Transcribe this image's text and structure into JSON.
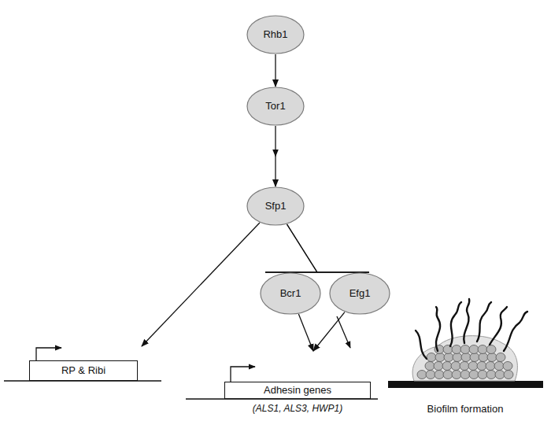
{
  "diagram": {
    "nodes": [
      {
        "text": [
          "Rhb1"
        ]
      },
      {
        "text": [
          "Tor1"
        ]
      },
      {
        "text": [
          "Sfp1"
        ]
      },
      {
        "text": [
          "Bcr1"
        ]
      },
      {
        "text": [
          "Efg1"
        ]
      },
      {
        "text": [
          "RP & Ribi"
        ]
      },
      {
        "text": [
          "Adhesin genes"
        ]
      }
    ],
    "edges": [
      {
        "from": 0,
        "to": 1,
        "arrow": "to"
      },
      {
        "from": 1,
        "to": 2,
        "arrow": "to"
      },
      {
        "from": 2,
        "to": 5,
        "arrow": "to"
      },
      {
        "from": 2,
        "to": 3,
        "arrow": "to"
      },
      {
        "from": 2,
        "to": 4,
        "arrow": "to"
      },
      {
        "from": 3,
        "to": 6,
        "arrow": "to"
      },
      {
        "from": 4,
        "to": 6,
        "arrow": "to"
      }
    ],
    "labels": [
      "(ALS1, ALS3, HWP1)",
      "Biofilm formation"
    ]
  }
}
